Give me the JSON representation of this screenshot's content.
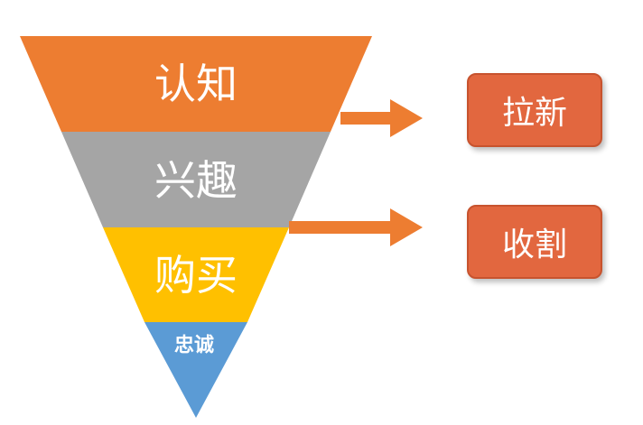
{
  "funnel": {
    "stages": [
      {
        "label": "认知",
        "color": "#ED7D31"
      },
      {
        "label": "兴趣",
        "color": "#A5A5A5"
      },
      {
        "label": "购买",
        "color": "#FFC000"
      },
      {
        "label": "忠诚",
        "color": "#5B9BD5"
      }
    ]
  },
  "arrows": [
    {
      "color": "#ED7D31"
    },
    {
      "color": "#ED7D31"
    }
  ],
  "results": [
    {
      "label": "拉新",
      "color": "#E2673F",
      "border": "#C7532E"
    },
    {
      "label": "收割",
      "color": "#E2673F",
      "border": "#C7532E"
    }
  ]
}
